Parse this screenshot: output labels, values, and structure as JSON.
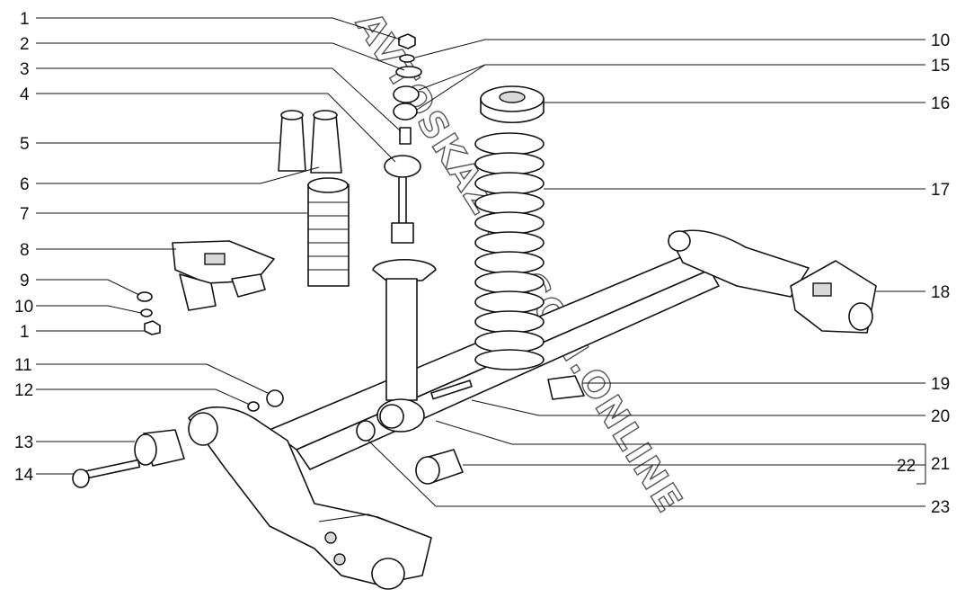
{
  "diagram": {
    "labels_left": [
      "1",
      "2",
      "3",
      "4",
      "5",
      "6",
      "7",
      "8",
      "9",
      "10",
      "1",
      "11",
      "12",
      "13",
      "14"
    ],
    "labels_right": [
      "10",
      "15",
      "16",
      "17",
      "18",
      "19",
      "20",
      "21",
      "22",
      "23"
    ],
    "watermark": "AVTOSKAZKA.COM.ONLINE"
  }
}
